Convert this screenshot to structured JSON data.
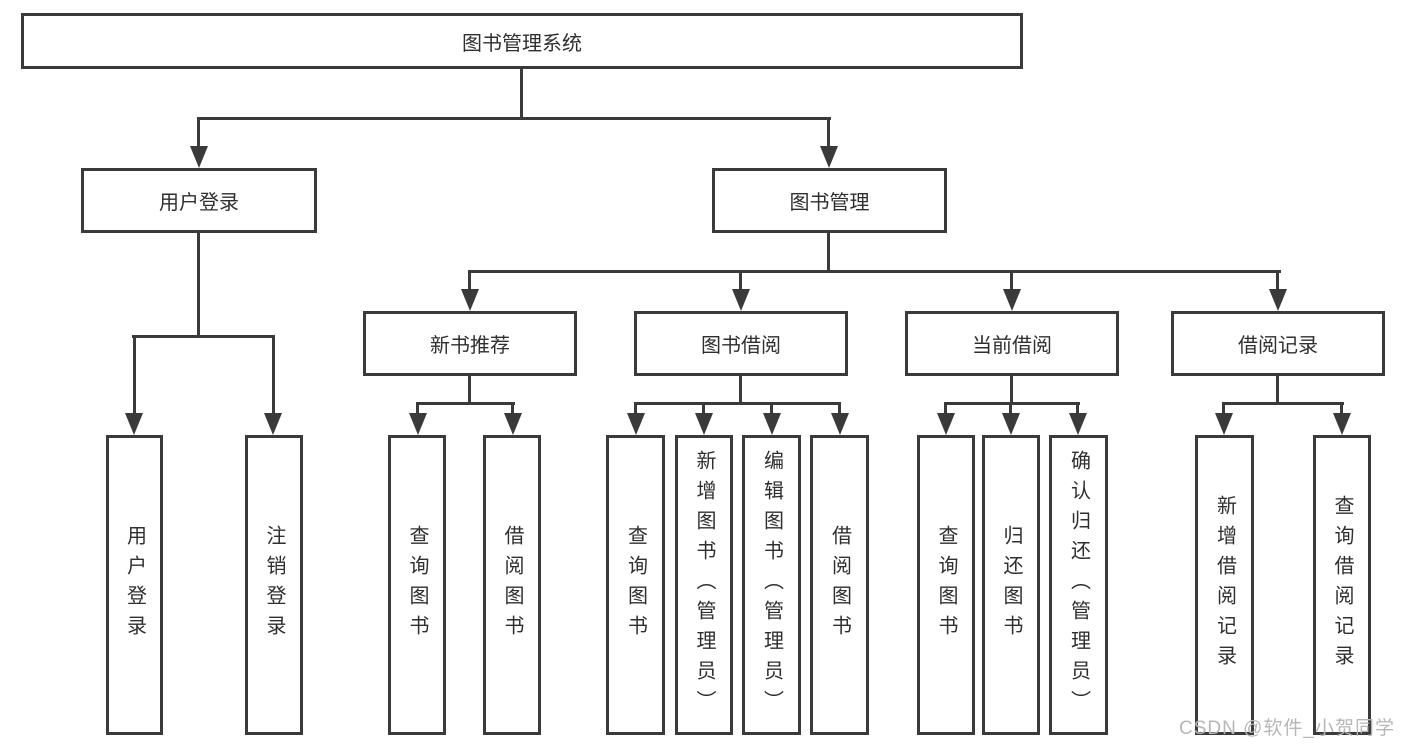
{
  "tree": {
    "label": "图书管理系统",
    "children": [
      {
        "label": "用户登录",
        "children": [
          {
            "label": "用户登录"
          },
          {
            "label": "注销登录"
          }
        ]
      },
      {
        "label": "图书管理",
        "children": [
          {
            "label": "新书推荐",
            "children": [
              {
                "label": "查询图书"
              },
              {
                "label": "借阅图书"
              }
            ]
          },
          {
            "label": "图书借阅",
            "children": [
              {
                "label": "查询图书"
              },
              {
                "label": "新增图书（管理员）"
              },
              {
                "label": "编辑图书（管理员）"
              },
              {
                "label": "借阅图书"
              }
            ]
          },
          {
            "label": "当前借阅",
            "children": [
              {
                "label": "查询图书"
              },
              {
                "label": "归还图书"
              },
              {
                "label": "确认归还（管理员）"
              }
            ]
          },
          {
            "label": "借阅记录",
            "children": [
              {
                "label": "新增借阅记录"
              },
              {
                "label": "查询借阅记录"
              }
            ]
          }
        ]
      }
    ]
  },
  "watermark": "CSDN @软件_小贺同学",
  "colors": {
    "line": "#3a3a3a",
    "text": "#2f2f2f",
    "watermark_text": "#b7b7b7",
    "background": "#ffffff"
  }
}
